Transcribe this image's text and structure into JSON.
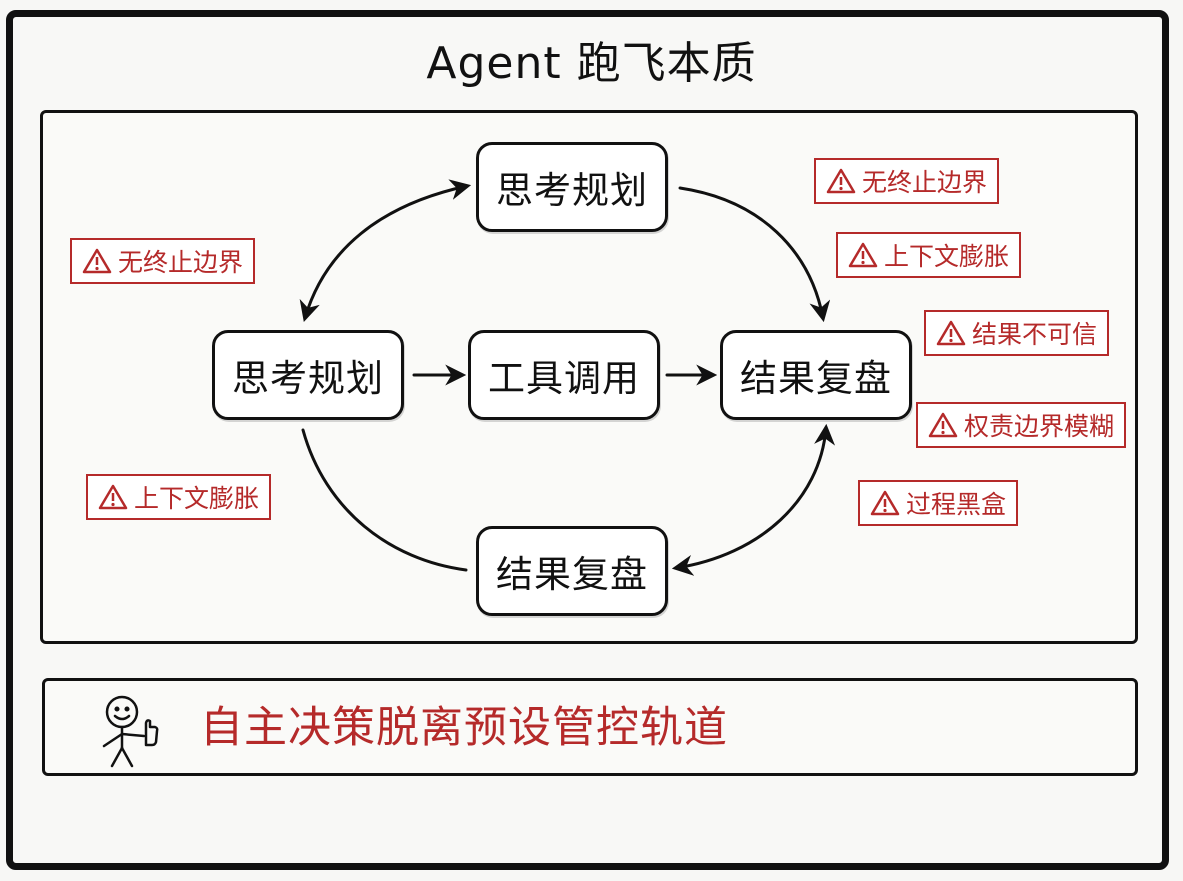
{
  "title": "Agent 跑飞本质",
  "nodes": {
    "top": "思考规划",
    "left": "思考规划",
    "center": "工具调用",
    "right": "结果复盘",
    "bottom": "结果复盘"
  },
  "warnings": {
    "left_top": "无终止边界",
    "left_bottom": "上下文膨胀",
    "right_1": "无终止边界",
    "right_2": "上下文膨胀",
    "right_3": "结果不可信",
    "right_4": "权责边界模糊",
    "right_5": "过程黑盒"
  },
  "bottom_message": "自主决策脱离预设管控轨道",
  "colors": {
    "warning": "#b52a2a",
    "ink": "#111111"
  },
  "icons": {
    "warning": "warning-triangle-icon",
    "mascot": "stick-figure-thumbs-up-icon"
  }
}
